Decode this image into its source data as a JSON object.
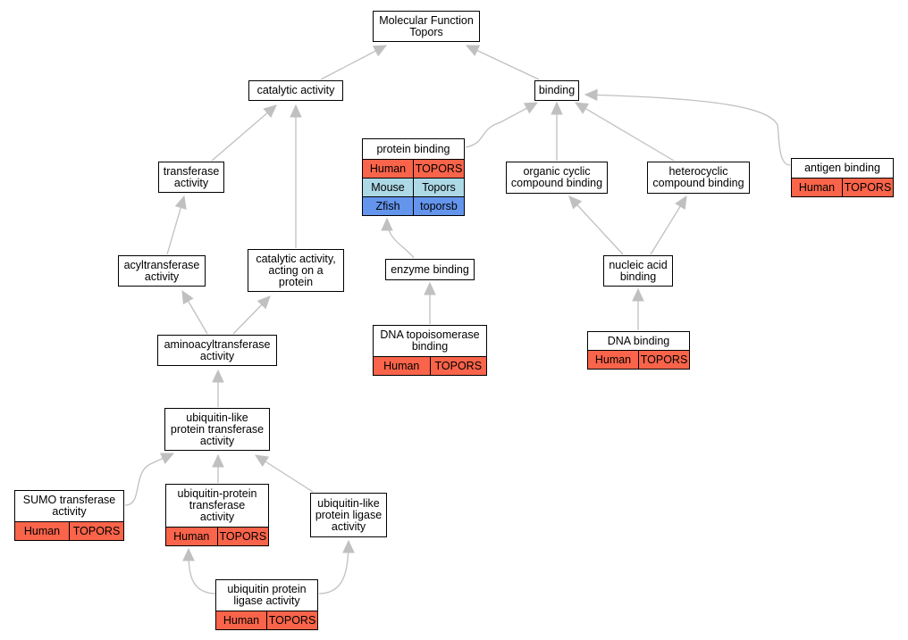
{
  "colors": {
    "human": "#f9644a",
    "mouse": "#add8e6",
    "zfish": "#6495ed",
    "edge": "#c0c0c0"
  },
  "nodes": {
    "mf": {
      "lines": [
        "Molecular Function",
        "Topors"
      ]
    },
    "catalytic": {
      "lines": [
        "catalytic activity"
      ]
    },
    "binding": {
      "lines": [
        "binding"
      ]
    },
    "transferase": {
      "lines": [
        "transferase",
        "activity"
      ]
    },
    "acyltransferase": {
      "lines": [
        "acyltransferase",
        "activity"
      ]
    },
    "cat_protein": {
      "lines": [
        "catalytic activity,",
        "acting on a",
        "protein"
      ]
    },
    "aminoacyl": {
      "lines": [
        "aminoacyltransferase",
        "activity"
      ]
    },
    "ubl_transferase": {
      "lines": [
        "ubiquitin-like",
        "protein transferase",
        "activity"
      ]
    },
    "sumo": {
      "lines": [
        "SUMO transferase",
        "activity"
      ],
      "rows": [
        {
          "species": "Human",
          "gene": "TOPORS"
        }
      ]
    },
    "ub_transferase": {
      "lines": [
        "ubiquitin-protein",
        "transferase",
        "activity"
      ],
      "rows": [
        {
          "species": "Human",
          "gene": "TOPORS"
        }
      ]
    },
    "ubl_ligase": {
      "lines": [
        "ubiquitin-like",
        "protein ligase",
        "activity"
      ]
    },
    "ub_ligase": {
      "lines": [
        "ubiquitin protein",
        "ligase activity"
      ],
      "rows": [
        {
          "species": "Human",
          "gene": "TOPORS"
        }
      ]
    },
    "protein_binding": {
      "lines": [
        "protein binding"
      ],
      "rows": [
        {
          "species": "Human",
          "gene": "TOPORS"
        },
        {
          "species": "Mouse",
          "gene": "Topors"
        },
        {
          "species": "Zfish",
          "gene": "toporsb"
        }
      ]
    },
    "enzyme_binding": {
      "lines": [
        "enzyme binding"
      ]
    },
    "dna_topo": {
      "lines": [
        "DNA topoisomerase",
        "binding"
      ],
      "rows": [
        {
          "species": "Human",
          "gene": "TOPORS"
        }
      ]
    },
    "organic_cyclic": {
      "lines": [
        "organic cyclic",
        "compound binding"
      ]
    },
    "heterocyclic": {
      "lines": [
        "heterocyclic",
        "compound binding"
      ]
    },
    "nucleic_acid": {
      "lines": [
        "nucleic acid",
        "binding"
      ]
    },
    "dna_binding": {
      "lines": [
        "DNA binding"
      ],
      "rows": [
        {
          "species": "Human",
          "gene": "TOPORS"
        }
      ]
    },
    "antigen": {
      "lines": [
        "antigen binding"
      ],
      "rows": [
        {
          "species": "Human",
          "gene": "TOPORS"
        }
      ]
    }
  },
  "edges": [
    [
      "catalytic",
      "mf"
    ],
    [
      "binding",
      "mf"
    ],
    [
      "transferase",
      "catalytic"
    ],
    [
      "cat_protein",
      "catalytic"
    ],
    [
      "acyltransferase",
      "transferase"
    ],
    [
      "aminoacyl",
      "acyltransferase"
    ],
    [
      "aminoacyl",
      "cat_protein"
    ],
    [
      "ubl_transferase",
      "aminoacyl"
    ],
    [
      "sumo",
      "ubl_transferase"
    ],
    [
      "ub_transferase",
      "ubl_transferase"
    ],
    [
      "ubl_ligase",
      "ubl_transferase"
    ],
    [
      "ub_ligase",
      "ub_transferase"
    ],
    [
      "ub_ligase",
      "ubl_ligase"
    ],
    [
      "protein_binding",
      "binding"
    ],
    [
      "organic_cyclic",
      "binding"
    ],
    [
      "heterocyclic",
      "binding"
    ],
    [
      "antigen",
      "binding"
    ],
    [
      "enzyme_binding",
      "protein_binding"
    ],
    [
      "dna_topo",
      "enzyme_binding"
    ],
    [
      "nucleic_acid",
      "organic_cyclic"
    ],
    [
      "nucleic_acid",
      "heterocyclic"
    ],
    [
      "dna_binding",
      "nucleic_acid"
    ]
  ]
}
